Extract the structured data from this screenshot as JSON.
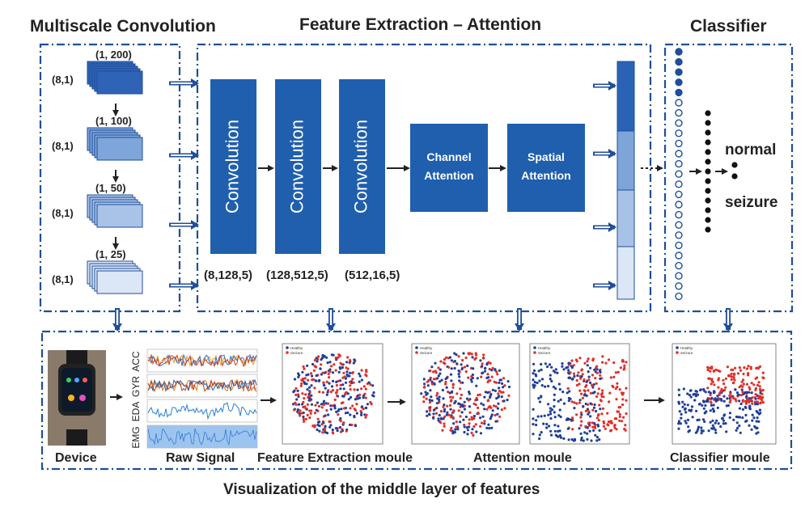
{
  "titles": {
    "multiscale": "Multiscale Convolution",
    "feature": "Feature Extraction – Attention",
    "classifier": "Classifier",
    "footer": "Visualization of the middle layer of features"
  },
  "multiscale": {
    "channels_label": "(8,1)",
    "scales": [
      "(1, 200)",
      "(1, 100)",
      "(1, 50)",
      "(1, 25)"
    ],
    "fill_colors": [
      "#2f63b5",
      "#7fa6da",
      "#a9c3e8",
      "#dbe6f6"
    ]
  },
  "feature_extraction": {
    "conv_blocks": [
      {
        "label": "Convolution",
        "shape": "(8,128,5)"
      },
      {
        "label": "Convolution",
        "shape": "(128,512,5)"
      },
      {
        "label": "Convolution",
        "shape": "(512,16,5)"
      }
    ],
    "attention_blocks": [
      {
        "line1": "Channel",
        "line2": "Attention"
      },
      {
        "line1": "Spatial",
        "line2": "Attention"
      }
    ],
    "block_color": "#1f5fae",
    "feature_bar_colors": [
      "#2a63b6",
      "#7ea5da",
      "#a8c2e7",
      "#dbe6f6"
    ]
  },
  "classifier": {
    "outputs": [
      "normal",
      "seizure"
    ]
  },
  "visualization": {
    "device_label": "Device",
    "raw_signal_label": "Raw Signal",
    "signal_channels": [
      "ACC",
      "GYR",
      "EDA",
      "EMG"
    ],
    "feature_label": "Feature Extraction moule",
    "attention_label": "Attention moule",
    "classifier_label": "Classifier moule",
    "legend": [
      "Healthy",
      "Seizure"
    ],
    "point_colors": {
      "healthy": "#1f3f9a",
      "seizure": "#e0302a"
    }
  },
  "colors": {
    "frame": "#1f4e9a",
    "arrow": "#1f4e9a"
  }
}
